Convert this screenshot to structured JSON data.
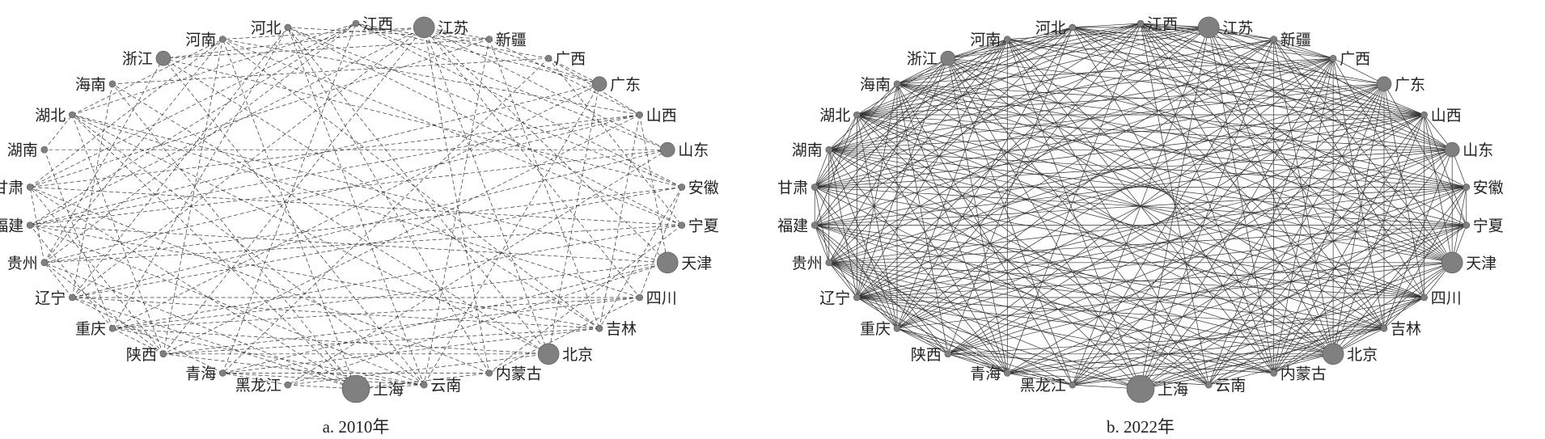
{
  "colors": {
    "node": "#808080",
    "edge": "#333333",
    "text": "#222222"
  },
  "panels": [
    {
      "caption": "a. 2010年",
      "density": 0.2,
      "nodes": [
        {
          "name": "江苏",
          "size": 3
        },
        {
          "name": "新疆",
          "size": 1
        },
        {
          "name": "广西",
          "size": 1
        },
        {
          "name": "广东",
          "size": 2
        },
        {
          "name": "山西",
          "size": 1
        },
        {
          "name": "山东",
          "size": 2
        },
        {
          "name": "安徽",
          "size": 1
        },
        {
          "name": "宁夏",
          "size": 1
        },
        {
          "name": "天津",
          "size": 3
        },
        {
          "name": "四川",
          "size": 1
        },
        {
          "name": "吉林",
          "size": 1
        },
        {
          "name": "北京",
          "size": 3
        },
        {
          "name": "内蒙古",
          "size": 1
        },
        {
          "name": "云南",
          "size": 1
        },
        {
          "name": "上海",
          "size": 4
        },
        {
          "name": "黑龙江",
          "size": 1
        },
        {
          "name": "青海",
          "size": 1
        },
        {
          "name": "陕西",
          "size": 1
        },
        {
          "name": "重庆",
          "size": 1
        },
        {
          "name": "辽宁",
          "size": 1
        },
        {
          "name": "贵州",
          "size": 1
        },
        {
          "name": "福建",
          "size": 1
        },
        {
          "name": "甘肃",
          "size": 1
        },
        {
          "name": "湖南",
          "size": 1
        },
        {
          "name": "湖北",
          "size": 1
        },
        {
          "name": "海南",
          "size": 1
        },
        {
          "name": "浙江",
          "size": 2
        },
        {
          "name": "河南",
          "size": 1
        },
        {
          "name": "河北",
          "size": 1
        },
        {
          "name": "江西",
          "size": 1
        }
      ]
    },
    {
      "caption": "b. 2022年",
      "density": 0.6,
      "nodes": [
        {
          "name": "江苏",
          "size": 3
        },
        {
          "name": "新疆",
          "size": 1
        },
        {
          "name": "广西",
          "size": 1
        },
        {
          "name": "广东",
          "size": 2
        },
        {
          "name": "山西",
          "size": 1
        },
        {
          "name": "山东",
          "size": 2
        },
        {
          "name": "安徽",
          "size": 1
        },
        {
          "name": "宁夏",
          "size": 1
        },
        {
          "name": "天津",
          "size": 3
        },
        {
          "name": "四川",
          "size": 1
        },
        {
          "name": "吉林",
          "size": 1
        },
        {
          "name": "北京",
          "size": 3
        },
        {
          "name": "内蒙古",
          "size": 1
        },
        {
          "name": "云南",
          "size": 1
        },
        {
          "name": "上海",
          "size": 4
        },
        {
          "name": "黑龙江",
          "size": 1
        },
        {
          "name": "青海",
          "size": 1
        },
        {
          "name": "陕西",
          "size": 1
        },
        {
          "name": "重庆",
          "size": 1
        },
        {
          "name": "辽宁",
          "size": 1
        },
        {
          "name": "贵州",
          "size": 1
        },
        {
          "name": "福建",
          "size": 1
        },
        {
          "name": "甘肃",
          "size": 1
        },
        {
          "name": "湖南",
          "size": 1
        },
        {
          "name": "湖北",
          "size": 1
        },
        {
          "name": "海南",
          "size": 1
        },
        {
          "name": "浙江",
          "size": 2
        },
        {
          "name": "河南",
          "size": 1
        },
        {
          "name": "河北",
          "size": 1
        },
        {
          "name": "江西",
          "size": 1
        }
      ]
    }
  ]
}
